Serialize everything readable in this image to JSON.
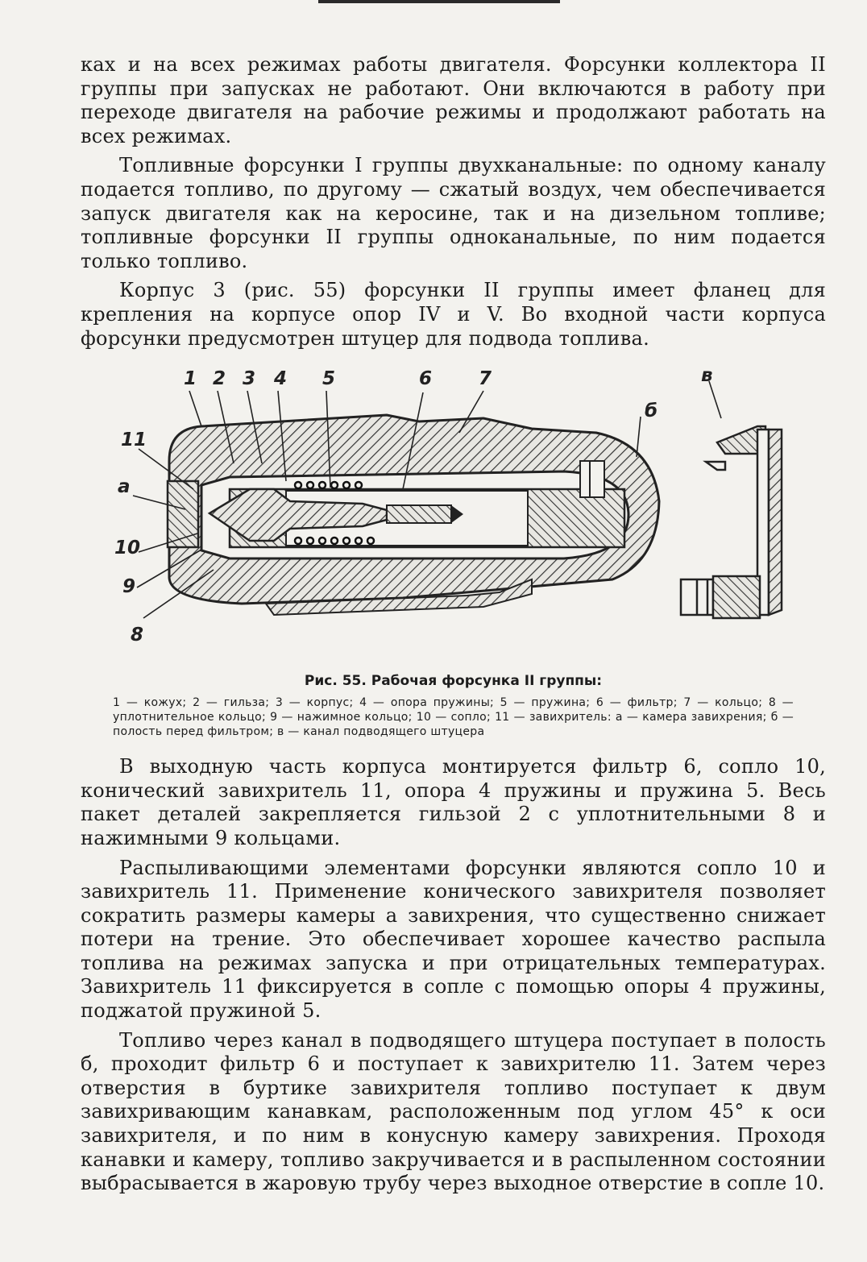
{
  "paragraphs_top": [
    "ках и на всех режимах работы двигателя. Форсунки коллектора II группы при запусках не работают. Они включаются в работу при переходе двигателя на рабочие режимы и продолжают работать на всех режимах.",
    "Топливные форсунки I группы двухканальные: по одному каналу подается топливо, по другому — сжатый воздух, чем обеспечивается запуск двигателя как на керосине, так и на дизельном топливе; топливные форсунки II группы одноканальные, по ним подается только топливо.",
    "Корпус 3 (рис. 55) форсунки II группы имеет фланец для крепления на корпусе опор IV и V. Во входной части корпуса форсунки предусмотрен штуцер для подвода топлива."
  ],
  "figure": {
    "labels": {
      "n1": "1",
      "n2": "2",
      "n3": "3",
      "n4": "4",
      "n5": "5",
      "n6": "6",
      "n7": "7",
      "n8": "8",
      "n9": "9",
      "n10": "10",
      "n11": "11",
      "a": "а",
      "b": "б",
      "v": "в"
    },
    "caption_title": "Рис. 55. Рабочая форсунка II группы:",
    "caption_lines": [
      "1 — кожух; 2 — гильза; 3 — корпус; 4 — опора пружины; 5 — пружина; 6 — фильтр;",
      "7 — кольцо; 8 — уплотнительное кольцо; 9 — нажимное кольцо; 10 — сопло; 11 — завихритель: а — камера завихрения; б — полость перед фильтром; в — канал подводящего штуцера"
    ]
  },
  "paragraphs_bottom": [
    "В выходную часть корпуса монтируется фильтр 6, сопло 10, конический завихритель 11, опора 4 пружины и пружина 5. Весь пакет деталей закрепляется гильзой 2 с уплотнительными 8 и нажимными 9 кольцами.",
    "Распыливающими элементами форсунки являются сопло 10 и завихритель 11. Применение конического завихрителя позволяет сократить размеры камеры а завихрения, что существенно снижает потери на трение. Это обеспечивает хорошее качество распыла топлива на режимах запуска и при отрицательных температурах. Завихритель 11 фиксируется в сопле с помощью опоры 4 пружины, поджатой пружиной 5.",
    "Топливо через канал в подводящего штуцера поступает в полость б, проходит фильтр 6 и поступает к завихрителю 11. Затем через отверстия в буртике завихрителя топливо поступает к двум завихривающим канавкам, расположенным под углом 45° к оси завихрителя, и по ним в конусную камеру завихрения. Проходя канавки и камеру, топливо закручивается и в распыленном состоянии выбрасывается в жаровую трубу через выходное отверстие в сопле 10."
  ]
}
